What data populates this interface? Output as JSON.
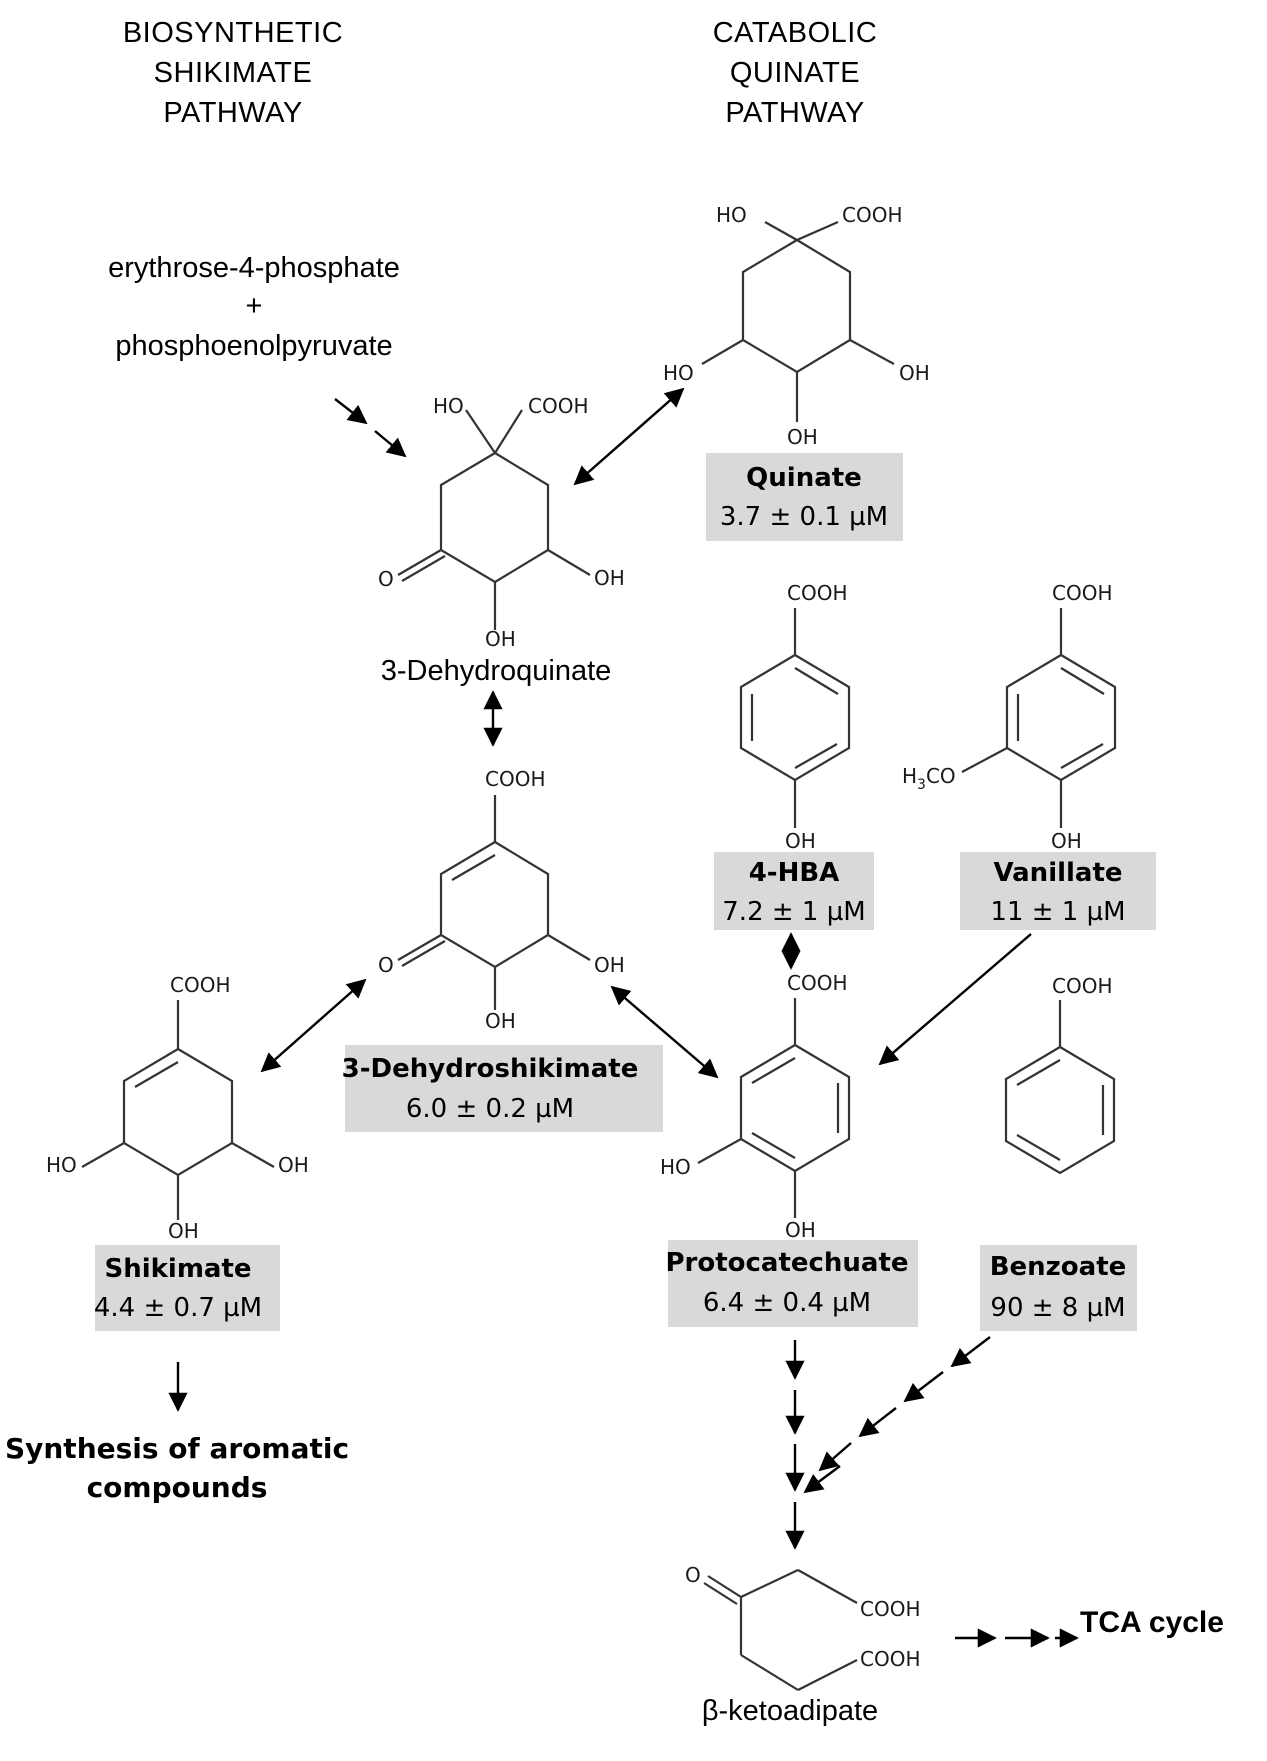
{
  "headers": {
    "biosynthetic": [
      "BIOSYNTHETIC",
      "SHIKIMATE",
      "PATHWAY"
    ],
    "catabolic": [
      "CATABOLIC",
      "QUINATE",
      "PATHWAY"
    ]
  },
  "precursors": [
    "erythrose-4-phosphate",
    "+",
    "phosphoenolpyruvate"
  ],
  "groups": {
    "ho": "HO",
    "oh": "OH",
    "cooh": "COOH",
    "o": "O",
    "h3co": "H",
    "h3co_sub": "3",
    "h3co_tail": "CO"
  },
  "compounds": {
    "quinate": {
      "name": "Quinate",
      "conc": "3.7 ± 0.1 µM"
    },
    "dehydroquinate": {
      "name": "3-Dehydroquinate"
    },
    "hba": {
      "name": "4-HBA",
      "conc": "7.2 ± 1 µM"
    },
    "vanillate": {
      "name": "Vanillate",
      "conc": "11 ± 1 µM"
    },
    "dehydroshikimate": {
      "name": "3-Dehydroshikimate",
      "conc": "6.0 ± 0.2 µM"
    },
    "shikimate": {
      "name": "Shikimate",
      "conc": "4.4 ± 0.7 µM"
    },
    "protocatechuate": {
      "name": "Protocatechuate",
      "conc": "6.4 ± 0.4 µM"
    },
    "benzoate": {
      "name": "Benzoate",
      "conc": "90 ± 8 µM"
    },
    "ketoadipate": {
      "name": "β-ketoadipate"
    }
  },
  "outputs": {
    "synthesis": [
      "Synthesis of aromatic",
      "compounds"
    ],
    "tca": "TCA cycle"
  }
}
